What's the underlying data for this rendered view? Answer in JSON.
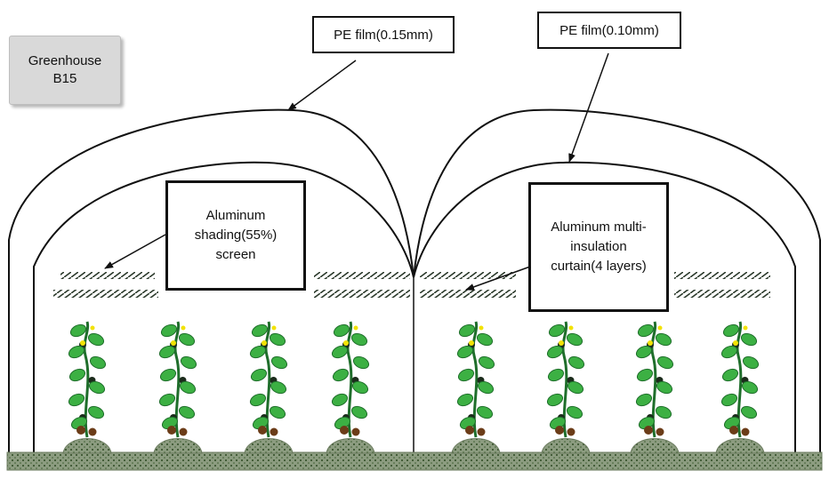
{
  "greenhouse_label": "Greenhouse\nB15",
  "labels": {
    "pe_film_left": "PE film(0.15mm)",
    "pe_film_right": "PE film(0.10mm)",
    "shading_screen": "Aluminum\nshading(55%)\nscreen",
    "insulation_curtain": "Aluminum multi-\ninsulation\ncurtain(4 layers)"
  },
  "plant_count": 8,
  "colors": {
    "film_outline": "#111111",
    "ground_fill": "#8c9c80",
    "ground_dots": "#2e4a24",
    "leaf": "#3cb043",
    "leaf_dark": "#1f6e2b",
    "flower": "#f2e205",
    "root_ball": "#6b3c18",
    "screen_layer": "#2c3b2c",
    "label_box_fill": "#d9d9d9"
  }
}
